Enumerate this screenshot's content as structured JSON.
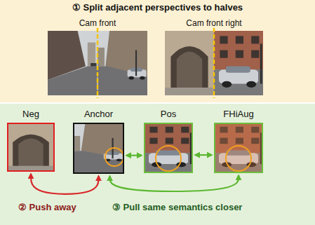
{
  "diagram": {
    "nodes": [
      {
        "text": [
          "① Split adjacent perspectives to halves"
        ]
      },
      {
        "text": [
          "Cam front"
        ],
        "in": 0
      },
      {
        "text": [
          "Cam front right"
        ],
        "in": 0
      },
      {
        "text": [
          "Neg"
        ]
      },
      {
        "text": [
          "Anchor"
        ]
      },
      {
        "text": [
          "Pos"
        ]
      },
      {
        "text": [
          "FHiAug"
        ]
      }
    ],
    "edges": [
      {
        "from": 3,
        "to": 4,
        "arrow": "both",
        "label": "② Push away"
      },
      {
        "from": 4,
        "to": 5,
        "arrow": "both"
      },
      {
        "from": 5,
        "to": 6,
        "arrow": "both"
      },
      {
        "from": 4,
        "to": 6,
        "arrow": "both",
        "label": "③ Pull same semantics closer"
      }
    ]
  }
}
